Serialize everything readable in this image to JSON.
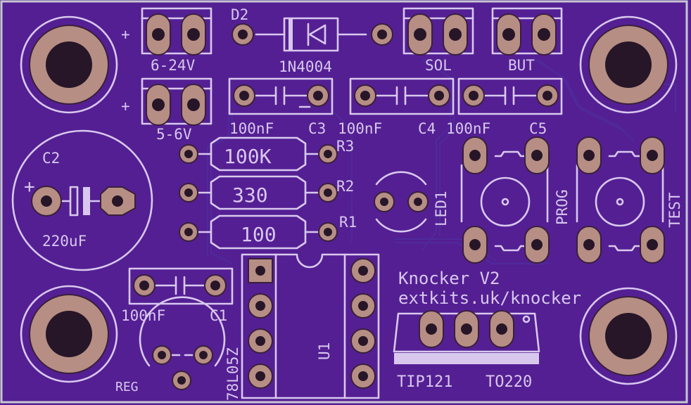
{
  "colors": {
    "board": "#541f93",
    "pad": "#b68e84",
    "silkscreen": "#d8c8ee",
    "edge": "#c7c7d2"
  },
  "labels": {
    "c2": "C2",
    "c2_value": "220uF",
    "power_in": "6-24V",
    "power_5v": "5-6V",
    "plus_1": "+",
    "plus_2": "+",
    "plus_3": "+",
    "d2": "D2",
    "d2_value": "1N4004",
    "sol": "SOL",
    "but": "BUT",
    "c3_value": "100nF",
    "c3": "C3",
    "c4_value": "100nF",
    "c4": "C4",
    "c5_value": "100nF",
    "c5": "C5",
    "r3_value": "100K",
    "r3": "R3",
    "r2_value": "330",
    "r2": "R2",
    "r1_value": "100",
    "r1": "R1",
    "led1": "LED1",
    "prog": "PROG",
    "test": "TEST",
    "c1_value": "100nF",
    "c1": "C1",
    "reg": "REG",
    "reg_value": "78L05Z",
    "u1": "U1",
    "title": "Knocker V2",
    "url": "extkits.uk/knocker",
    "transistor": "TIP121",
    "package": "TO220"
  }
}
